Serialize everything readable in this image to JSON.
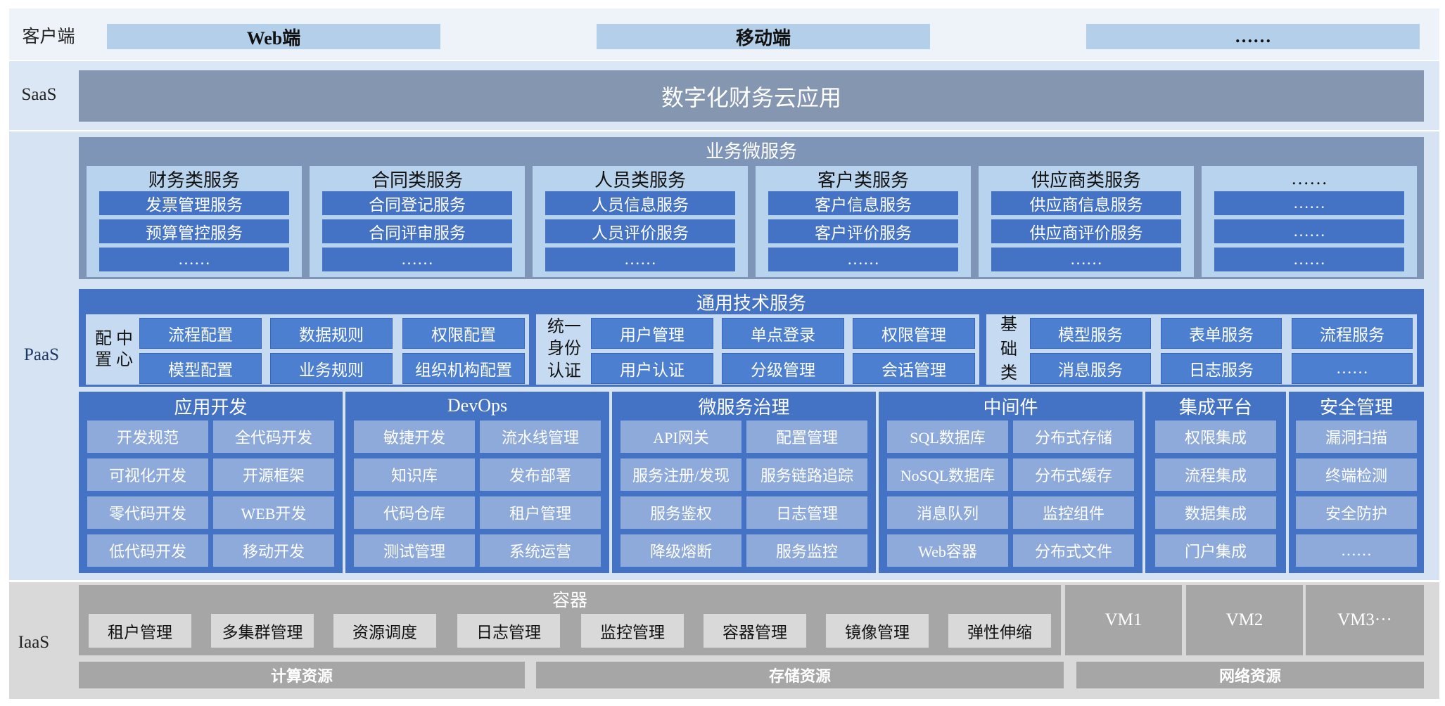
{
  "layers": {
    "client": "客户端",
    "saas": "SaaS",
    "paas": "PaaS",
    "iaas": "IaaS"
  },
  "client": {
    "items": [
      "Web端",
      "移动端",
      "……"
    ]
  },
  "saas": {
    "title": "数字化财务云应用"
  },
  "business": {
    "title": "业务微服务",
    "cards": [
      {
        "title": "财务类服务",
        "items": [
          "发票管理服务",
          "预算管控服务",
          "……"
        ]
      },
      {
        "title": "合同类服务",
        "items": [
          "合同登记服务",
          "合同评审服务",
          "……"
        ]
      },
      {
        "title": "人员类服务",
        "items": [
          "人员信息服务",
          "人员评价服务",
          "……"
        ]
      },
      {
        "title": "客户类服务",
        "items": [
          "客户信息服务",
          "客户评价服务",
          "……"
        ]
      },
      {
        "title": "供应商类服务",
        "items": [
          "供应商信息服务",
          "供应商评价服务",
          "……"
        ]
      },
      {
        "title": "……",
        "items": [
          "……",
          "……",
          "……"
        ]
      }
    ]
  },
  "tech": {
    "title": "通用技术服务",
    "groups": [
      {
        "side": [
          "配",
          "置",
          "中",
          "心"
        ],
        "items": [
          "流程配置",
          "数据规则",
          "权限配置",
          "模型配置",
          "业务规则",
          "组织机构配置"
        ]
      },
      {
        "side": [
          "统一",
          "身份",
          "认证"
        ],
        "items": [
          "用户管理",
          "单点登录",
          "权限管理",
          "用户认证",
          "分级管理",
          "会话管理"
        ]
      },
      {
        "side": [
          "基",
          "础",
          "类"
        ],
        "items": [
          "模型服务",
          "表单服务",
          "流程服务",
          "消息服务",
          "日志服务",
          "……"
        ]
      }
    ]
  },
  "modules": [
    {
      "title": "应用开发",
      "items": [
        "开发规范",
        "全代码开发",
        "可视化开发",
        "开源框架",
        "零代码开发",
        "WEB开发",
        "低代码开发",
        "移动开发"
      ]
    },
    {
      "title": "DevOps",
      "items": [
        "敏捷开发",
        "流水线管理",
        "知识库",
        "发布部署",
        "代码仓库",
        "租户管理",
        "测试管理",
        "系统运营"
      ]
    },
    {
      "title": "微服务治理",
      "items": [
        "API网关",
        "配置管理",
        "服务注册/发现",
        "服务链路追踪",
        "服务鉴权",
        "日志管理",
        "降级熔断",
        "服务监控"
      ]
    },
    {
      "title": "中间件",
      "items": [
        "SQL数据库",
        "分布式存储",
        "NoSQL数据库",
        "分布式缓存",
        "消息队列",
        "监控组件",
        "Web容器",
        "分布式文件"
      ]
    },
    {
      "title": "集成平台",
      "items": [
        "权限集成",
        "流程集成",
        "数据集成",
        "门户集成"
      ]
    },
    {
      "title": "安全管理",
      "items": [
        "漏洞扫描",
        "终端检测",
        "安全防护",
        "……"
      ]
    }
  ],
  "iaas": {
    "container_title": "容器",
    "items": [
      "租户管理",
      "多集群管理",
      "资源调度",
      "日志管理",
      "监控管理",
      "容器管理",
      "镜像管理",
      "弹性伸缩"
    ],
    "vms": [
      "VM1",
      "VM2",
      "VM3···"
    ],
    "resources": [
      "计算资源",
      "存储资源",
      "网络资源"
    ]
  }
}
